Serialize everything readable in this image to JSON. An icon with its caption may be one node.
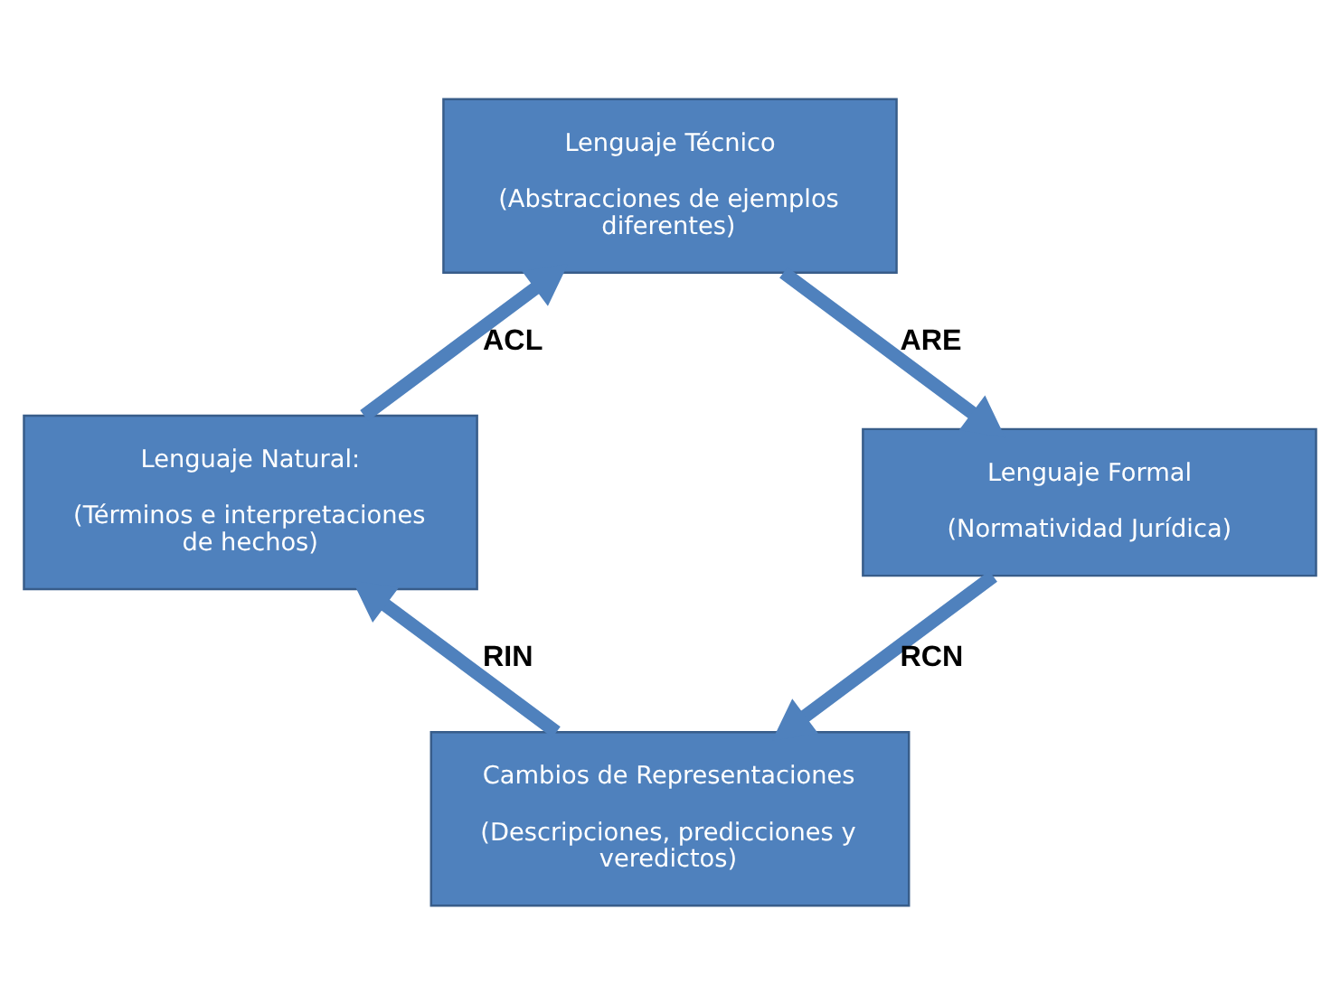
{
  "diagram": {
    "nodes": [
      {
        "text": [
          "Lenguaje Técnico",
          "(Abstracciones de ejemplos diferentes)"
        ]
      },
      {
        "text": [
          "Lenguaje Natural:",
          "(Términos e interpretaciones de hechos)"
        ]
      },
      {
        "text": [
          "Lenguaje Formal",
          "(Normatividad Jurídica)"
        ]
      },
      {
        "text": [
          "Cambios de Representaciones",
          "(Descripciones, predicciones y veredictos)"
        ]
      }
    ],
    "edges": [
      {
        "from": 1,
        "to": 0,
        "arrow": "to",
        "label": "ACL"
      },
      {
        "from": 0,
        "to": 2,
        "arrow": "to",
        "label": "ARE"
      },
      {
        "from": 2,
        "to": 3,
        "arrow": "to",
        "label": "RCN"
      },
      {
        "from": 3,
        "to": 1,
        "arrow": "to",
        "label": "RIN"
      }
    ]
  }
}
